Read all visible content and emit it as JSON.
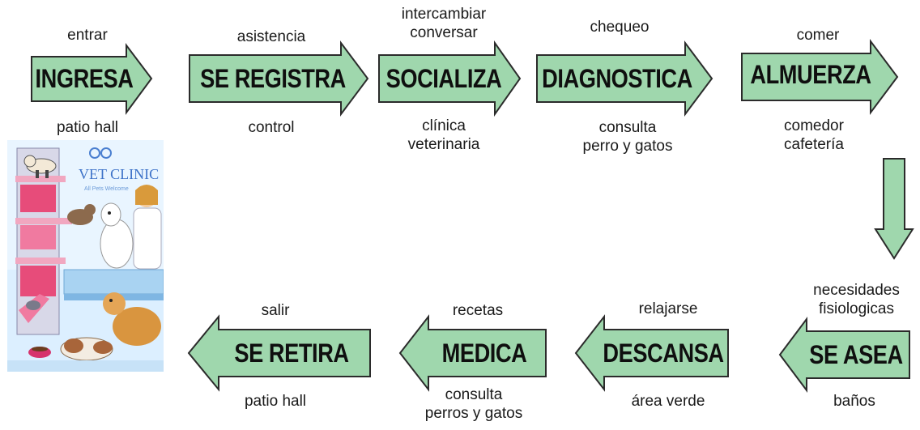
{
  "colors": {
    "arrow_fill": "#9fd7ad",
    "arrow_stroke": "#2b2b2b",
    "text": "#111111"
  },
  "steps_top": [
    {
      "label": "INGRESA",
      "above": [
        "entrar"
      ],
      "below": [
        "patio hall"
      ]
    },
    {
      "label": "SE REGISTRA",
      "above": [
        "asistencia"
      ],
      "below": [
        "control"
      ]
    },
    {
      "label": "SOCIALIZA",
      "above": [
        "intercambiar",
        "conversar"
      ],
      "below": [
        "clínica",
        "veterinaria"
      ]
    },
    {
      "label": "DIAGNOSTICA",
      "above": [
        "chequeo"
      ],
      "below": [
        "consulta",
        "perro y gatos"
      ]
    },
    {
      "label": "ALMUERZA",
      "above": [
        "comer"
      ],
      "below": [
        "comedor",
        "cafetería"
      ]
    }
  ],
  "steps_bottom": [
    {
      "label": "SE ASEA",
      "above": [
        "necesidades",
        "fisiologicas"
      ],
      "below": [
        "baños"
      ]
    },
    {
      "label": "DESCANSA",
      "above": [
        "relajarse"
      ],
      "below": [
        "área verde"
      ]
    },
    {
      "label": "MEDICA",
      "above": [
        "recetas"
      ],
      "below": [
        "consulta",
        "perros y gatos"
      ]
    },
    {
      "label": "SE RETIRA",
      "above": [
        "salir"
      ],
      "below": [
        "patio hall"
      ]
    }
  ],
  "illustration": {
    "icon": "vet-clinic-illustration",
    "title": "VET CLINIC",
    "subtitle": "All Pets Welcome"
  }
}
